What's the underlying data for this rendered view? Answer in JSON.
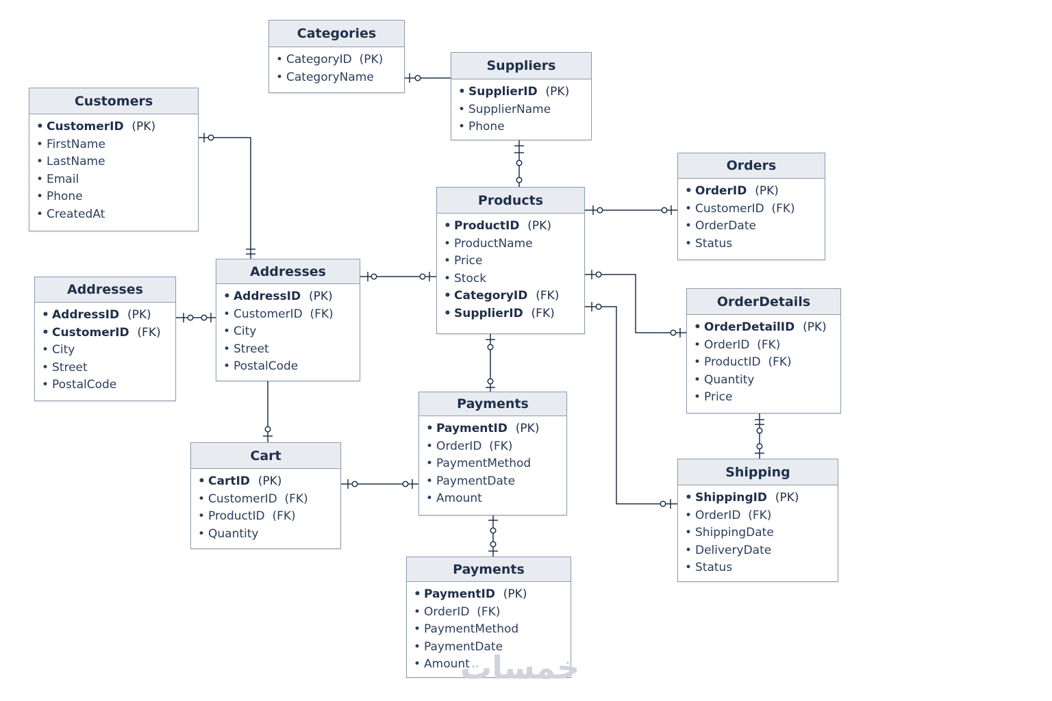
{
  "entities": [
    {
      "id": "categories",
      "title": "Categories",
      "attributes": [
        {
          "name": "CategoryID",
          "tag": "(PK)",
          "key": false
        },
        {
          "name": "CategoryName",
          "tag": "",
          "key": false
        }
      ]
    },
    {
      "id": "suppliers",
      "title": "Suppliers",
      "attributes": [
        {
          "name": "SupplierID",
          "tag": "(PK)",
          "key": true
        },
        {
          "name": "SupplierName",
          "tag": "",
          "key": false
        },
        {
          "name": "Phone",
          "tag": "",
          "key": false
        }
      ]
    },
    {
      "id": "customers",
      "title": "Customers",
      "attributes": [
        {
          "name": "CustomerID",
          "tag": "(PK)",
          "key": true
        },
        {
          "name": "FirstName",
          "tag": "",
          "key": false
        },
        {
          "name": "LastName",
          "tag": "",
          "key": false
        },
        {
          "name": "Email",
          "tag": "",
          "key": false
        },
        {
          "name": "Phone",
          "tag": "",
          "key": false
        },
        {
          "name": "CreatedAt",
          "tag": "",
          "key": false
        }
      ]
    },
    {
      "id": "orders",
      "title": "Orders",
      "attributes": [
        {
          "name": "OrderID",
          "tag": "(PK)",
          "key": true
        },
        {
          "name": "CustomerID",
          "tag": "(FK)",
          "key": false
        },
        {
          "name": "OrderDate",
          "tag": "",
          "key": false
        },
        {
          "name": "Status",
          "tag": "",
          "key": false
        }
      ]
    },
    {
      "id": "products",
      "title": "Products",
      "attributes": [
        {
          "name": "ProductID",
          "tag": "(PK)",
          "key": true
        },
        {
          "name": "ProductName",
          "tag": "",
          "key": false
        },
        {
          "name": "Price",
          "tag": "",
          "key": false
        },
        {
          "name": "Stock",
          "tag": "",
          "key": false
        },
        {
          "name": "CategoryID",
          "tag": "(FK)",
          "key": true
        },
        {
          "name": "SupplierID",
          "tag": "(FK)",
          "key": true
        }
      ]
    },
    {
      "id": "addresses-left",
      "title": "Addresses",
      "attributes": [
        {
          "name": "AddressID",
          "tag": "(PK)",
          "key": true
        },
        {
          "name": "CustomerID",
          "tag": "(FK)",
          "key": true
        },
        {
          "name": "City",
          "tag": "",
          "key": false
        },
        {
          "name": "Street",
          "tag": "",
          "key": false
        },
        {
          "name": "PostalCode",
          "tag": "",
          "key": false
        }
      ]
    },
    {
      "id": "addresses-main",
      "title": "Addresses",
      "attributes": [
        {
          "name": "AddressID",
          "tag": "(PK)",
          "key": true
        },
        {
          "name": "CustomerID",
          "tag": "(FK)",
          "key": false
        },
        {
          "name": "City",
          "tag": "",
          "key": false
        },
        {
          "name": "Street",
          "tag": "",
          "key": false
        },
        {
          "name": "PostalCode",
          "tag": "",
          "key": false
        }
      ]
    },
    {
      "id": "orderdetails",
      "title": "OrderDetails",
      "attributes": [
        {
          "name": "OrderDetailID",
          "tag": "(PK)",
          "key": true
        },
        {
          "name": "OrderID",
          "tag": "(FK)",
          "key": false
        },
        {
          "name": "ProductID",
          "tag": "(FK)",
          "key": false
        },
        {
          "name": "Quantity",
          "tag": "",
          "key": false
        },
        {
          "name": "Price",
          "tag": "",
          "key": false
        }
      ]
    },
    {
      "id": "payments-upper",
      "title": "Payments",
      "attributes": [
        {
          "name": "PaymentID",
          "tag": "(PK)",
          "key": true
        },
        {
          "name": "OrderID",
          "tag": "(FK)",
          "key": false
        },
        {
          "name": "PaymentMethod",
          "tag": "",
          "key": false
        },
        {
          "name": "PaymentDate",
          "tag": "",
          "key": false
        },
        {
          "name": "Amount",
          "tag": "",
          "key": false
        }
      ]
    },
    {
      "id": "cart",
      "title": "Cart",
      "attributes": [
        {
          "name": "CartID",
          "tag": "(PK)",
          "key": true
        },
        {
          "name": "CustomerID",
          "tag": "(FK)",
          "key": false
        },
        {
          "name": "ProductID",
          "tag": "(FK)",
          "key": false
        },
        {
          "name": "Quantity",
          "tag": "",
          "key": false
        }
      ]
    },
    {
      "id": "shipping",
      "title": "Shipping",
      "attributes": [
        {
          "name": "ShippingID",
          "tag": "(PK)",
          "key": true
        },
        {
          "name": "OrderID",
          "tag": "(FK)",
          "key": false
        },
        {
          "name": "ShippingDate",
          "tag": "",
          "key": false
        },
        {
          "name": "DeliveryDate",
          "tag": "",
          "key": false
        },
        {
          "name": "Status",
          "tag": "",
          "key": false
        }
      ]
    },
    {
      "id": "payments-lower",
      "title": "Payments",
      "attributes": [
        {
          "name": "PaymentID",
          "tag": "(PK)",
          "key": true
        },
        {
          "name": "OrderID",
          "tag": "(FK)",
          "key": false
        },
        {
          "name": "PaymentMethod",
          "tag": "",
          "key": false
        },
        {
          "name": "PaymentDate",
          "tag": "",
          "key": false
        },
        {
          "name": "Amount",
          "tag": "",
          "key": false
        }
      ]
    }
  ],
  "relationships": [
    {
      "from": "categories",
      "to": "suppliers"
    },
    {
      "from": "suppliers",
      "to": "products"
    },
    {
      "from": "customers",
      "to": "addresses-main"
    },
    {
      "from": "products",
      "to": "orders"
    },
    {
      "from": "addresses-left",
      "to": "addresses-main"
    },
    {
      "from": "addresses-main",
      "to": "products"
    },
    {
      "from": "products",
      "to": "orderdetails"
    },
    {
      "from": "products",
      "to": "shipping"
    },
    {
      "from": "products",
      "to": "payments-upper"
    },
    {
      "from": "addresses-main",
      "to": "cart"
    },
    {
      "from": "cart",
      "to": "payments-upper"
    },
    {
      "from": "orderdetails",
      "to": "shipping"
    },
    {
      "from": "payments-upper",
      "to": "payments-lower"
    }
  ],
  "watermark": "خمسات"
}
